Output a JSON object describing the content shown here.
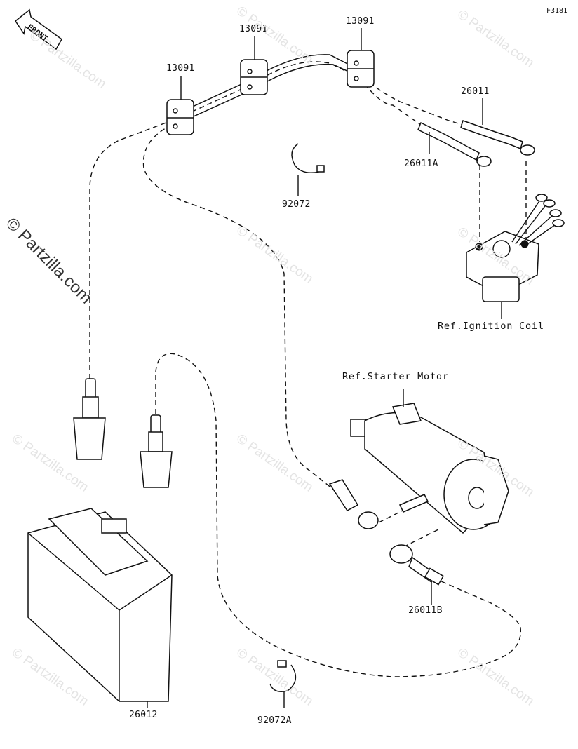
{
  "figure_code": "F3181",
  "front_arrow_label": "FRONT",
  "watermark": "© Partzilla.com",
  "parts": {
    "clamp_left": "13091",
    "clamp_middle": "13091",
    "clamp_right": "13091",
    "cable_upper": "26011",
    "cable_a": "26011A",
    "cable_b": "26011B",
    "band_upper": "92072",
    "band_lower": "92072A",
    "battery": "26012"
  },
  "references": {
    "ignition_coil": "Ref.Ignition Coil",
    "starter_motor": "Ref.Starter Motor"
  }
}
